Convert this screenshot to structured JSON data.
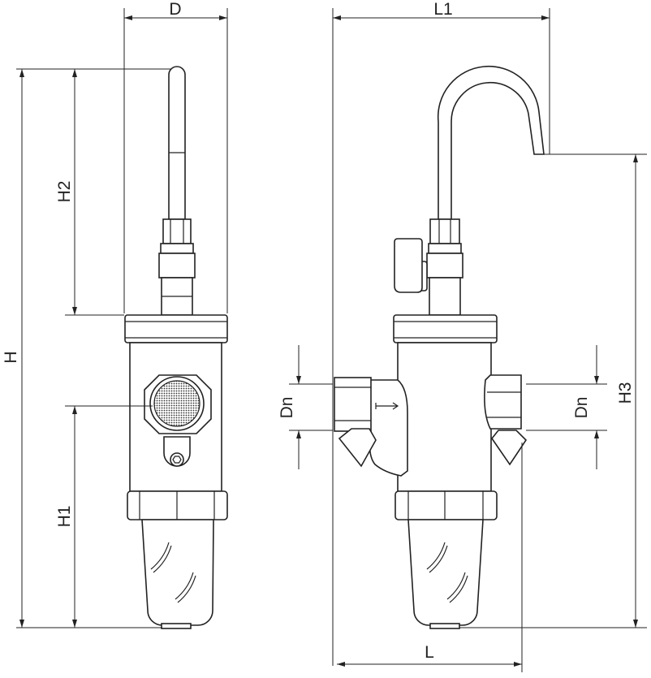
{
  "drawing": {
    "views": [
      "side-view",
      "front-view"
    ],
    "dimensions": {
      "D": "D",
      "L1": "L1",
      "H": "H",
      "H2": "H2",
      "H1": "H1",
      "H3": "H3",
      "Dn_left": "Dn",
      "Dn_right": "Dn",
      "L": "L"
    },
    "line_color": "#222222"
  }
}
